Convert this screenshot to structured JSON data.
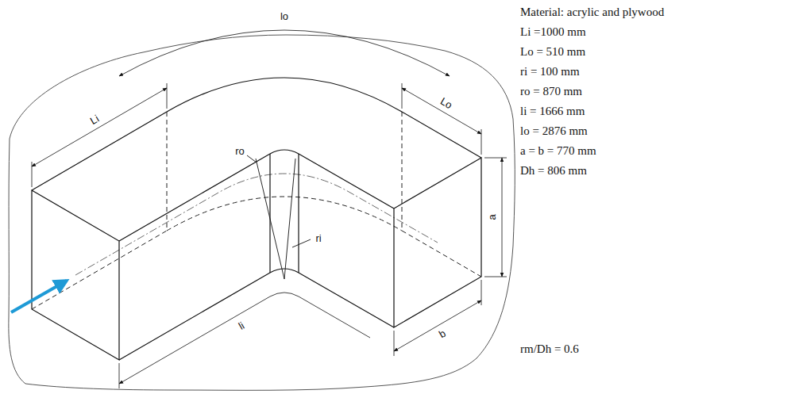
{
  "diagram": {
    "labels": [
      "lo",
      "Li",
      "Lo",
      "ro",
      "ri",
      "a",
      "b",
      "li",
      "Material: acrylic and plywood",
      "Li =1000 mm",
      "Lo = 510 mm",
      "ri = 100 mm",
      "ro = 870 mm",
      "li = 1666 mm",
      "lo = 2876 mm",
      "a = b = 770 mm",
      "Dh = 806 mm",
      "rm/Dh = 0.6"
    ]
  }
}
